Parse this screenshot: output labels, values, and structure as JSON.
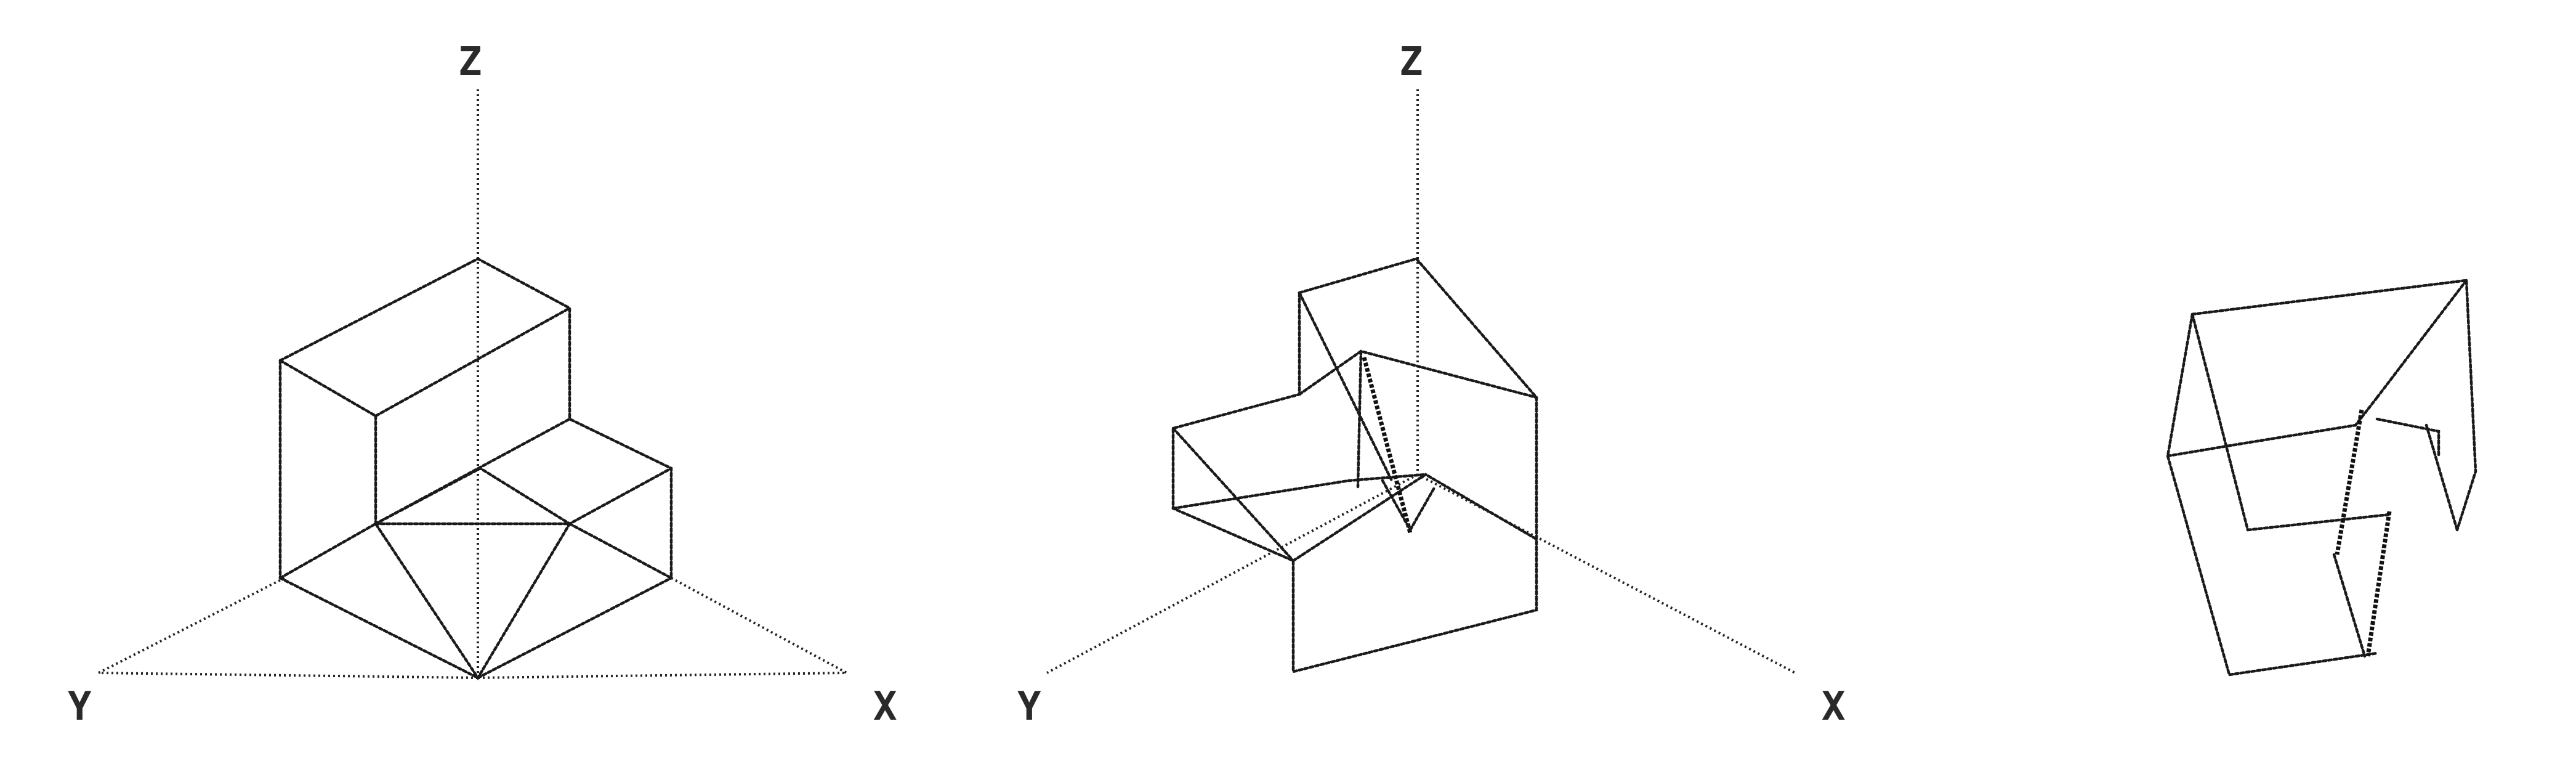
{
  "panels": [
    {
      "id": "panel-1",
      "labels": {
        "z": "Z",
        "y": "Y",
        "x": "X"
      }
    },
    {
      "id": "panel-2",
      "labels": {
        "z": "Z",
        "y": "Y",
        "x": "X"
      }
    },
    {
      "id": "panel-3",
      "labels": {}
    }
  ],
  "colors": {
    "line": "#1a1a1a",
    "background": "#ffffff"
  }
}
